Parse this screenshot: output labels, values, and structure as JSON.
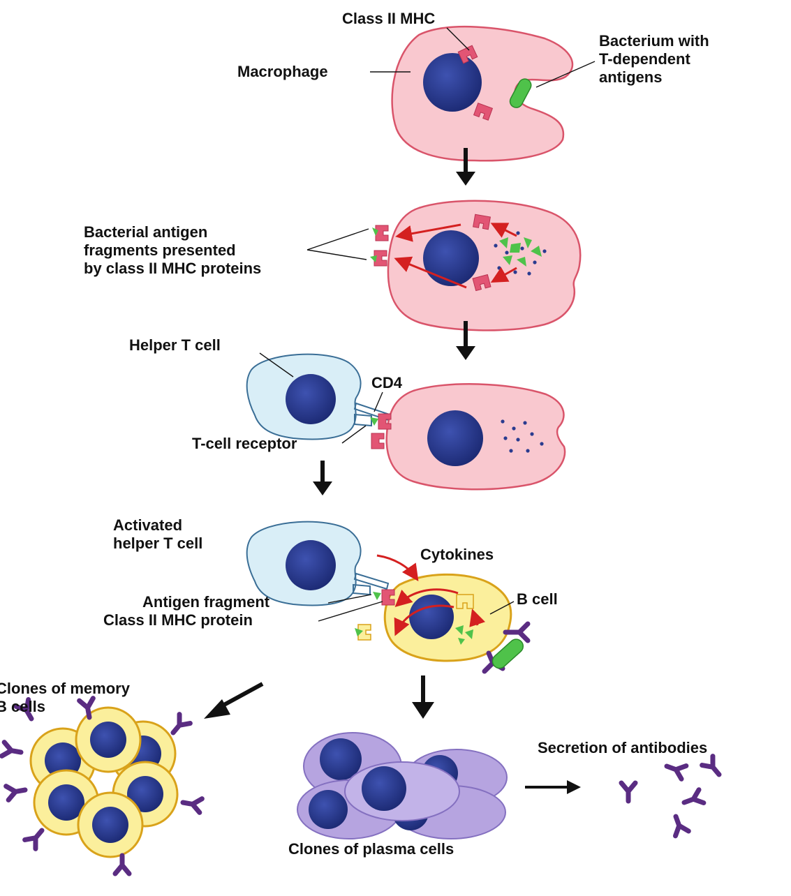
{
  "labels": {
    "class_ii_mhc": "Class II MHC",
    "macrophage": "Macrophage",
    "bacterium": [
      "Bacterium with",
      "T-dependent",
      "antigens"
    ],
    "bacterial_fragments": [
      "Bacterial antigen",
      "fragments presented",
      "by class II MHC proteins"
    ],
    "helper_t_cell": "Helper T cell",
    "cd4": "CD4",
    "t_cell_receptor": "T-cell receptor",
    "activated_helper": [
      "Activated",
      "helper T cell"
    ],
    "cytokines": "Cytokines",
    "antigen_fragment": "Antigen fragment",
    "class_ii_mhc_protein": "Class II MHC protein",
    "b_cell": "B cell",
    "memory_clones": [
      "Clones of memory",
      "B cells"
    ],
    "secretion": "Secretion of antibodies",
    "plasma_clones": "Clones of plasma cells"
  },
  "colors": {
    "macrophage_fill": "#f9c8cf",
    "macrophage_stroke": "#d9546a",
    "nucleus": "#2a3b8f",
    "mhc": "#e25574",
    "antigen": "#4fc24a",
    "t_cell_fill": "#d9eef7",
    "t_cell_stroke": "#3a6e96",
    "b_cell_fill": "#fbef9c",
    "b_cell_stroke": "#d9a21a",
    "plasma_fill": "#b6a4e0",
    "plasma_stroke": "#8470c0",
    "antibody": "#5a2c82",
    "red_arrow": "#d42020",
    "flow_arrow": "#111111"
  }
}
